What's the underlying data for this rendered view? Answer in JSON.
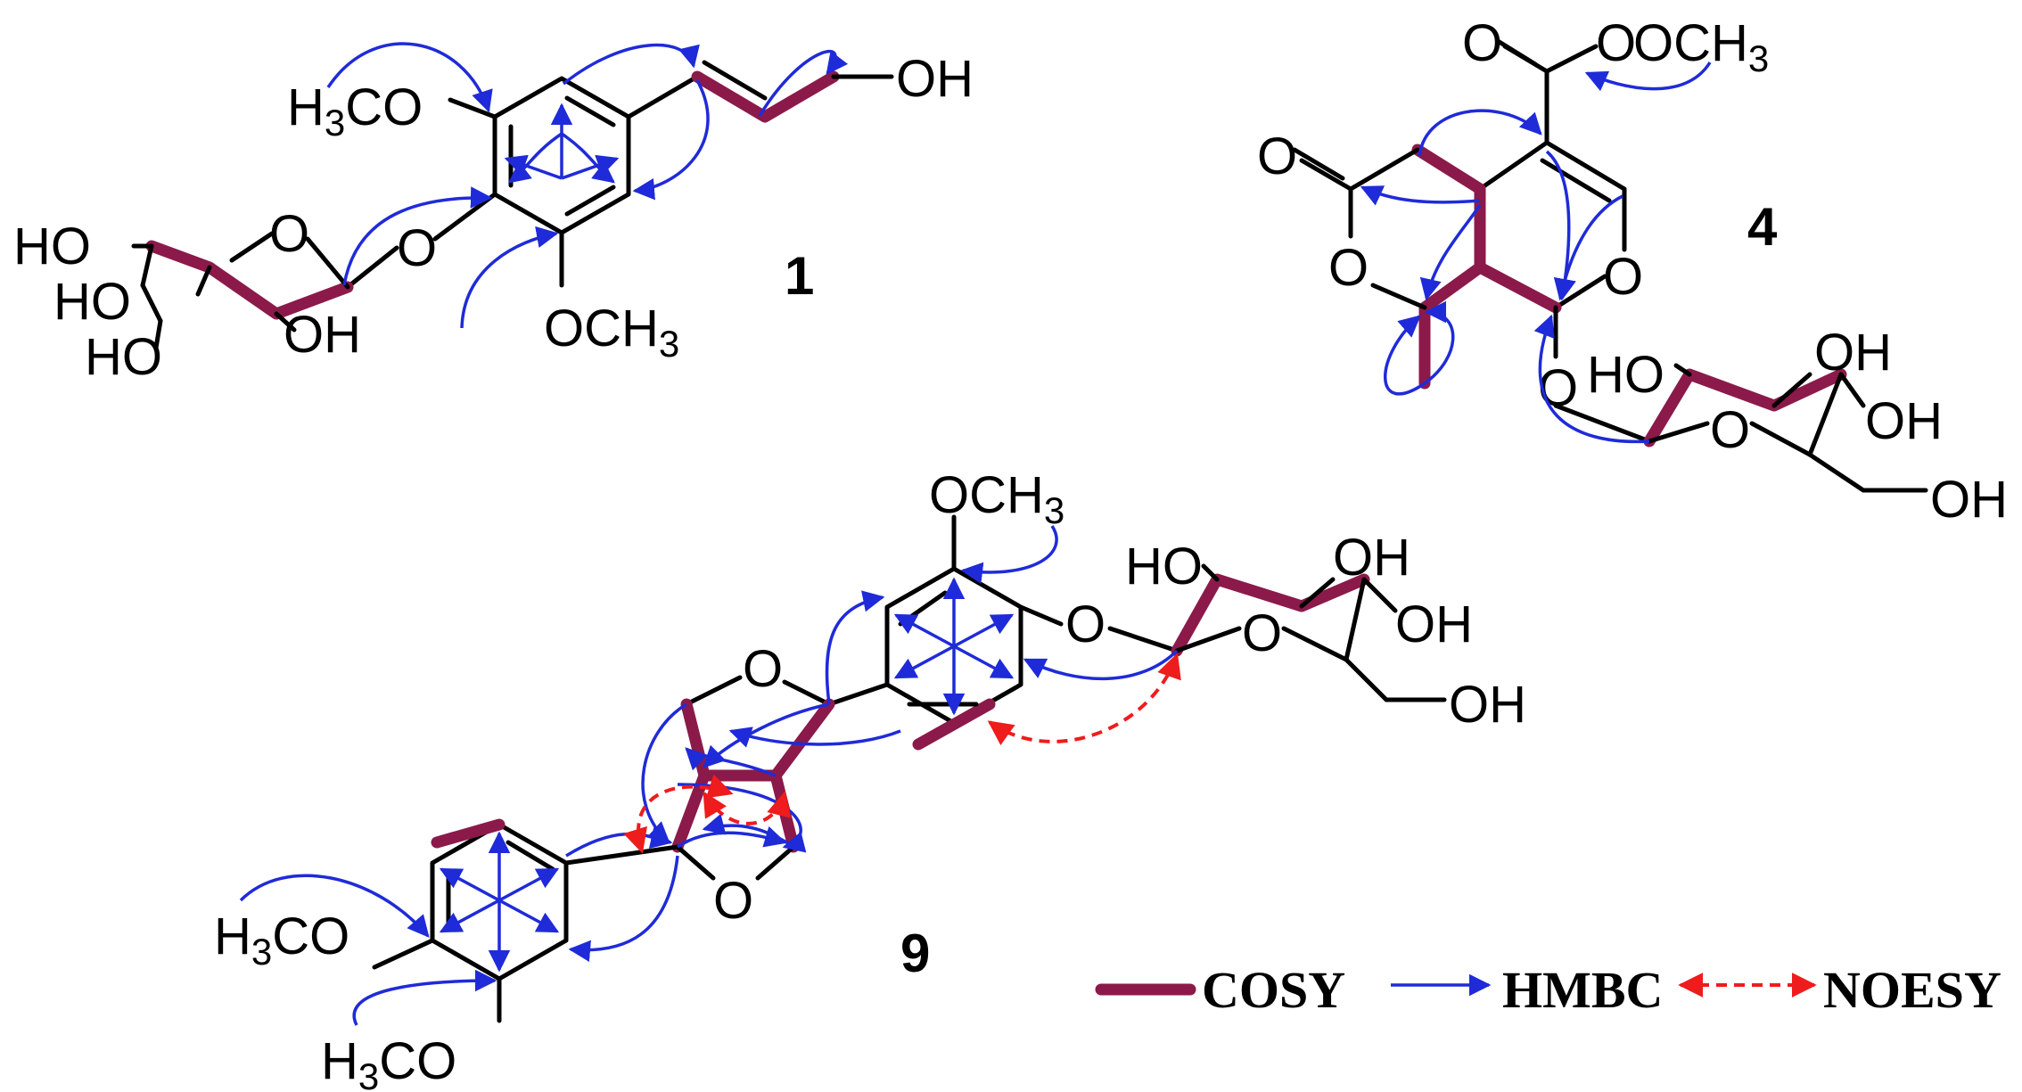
{
  "compounds": [
    {
      "label": "1"
    },
    {
      "label": "4"
    },
    {
      "label": "9"
    }
  ],
  "atoms": {
    "c1": {
      "h3co": "H",
      "h3co_sub": "3",
      "h3co_tail": "CO",
      "och3": "OCH",
      "och3_sub": "3",
      "oh_top": "OH",
      "o_link": "O",
      "o_ring": "O",
      "ho_1": "HO",
      "ho_2": "HO",
      "ho_3": "HO",
      "oh_4": "OH"
    },
    "c4": {
      "o_carbonyl": "O",
      "o_ester": "O",
      "och3": "OCH",
      "och3_sub": "3",
      "o_lactone_keto": "O",
      "o_lactone": "O",
      "o_pyran": "O",
      "o_glyco": "O",
      "ho_sugar": "HO",
      "oh_s1": "OH",
      "o_sugar_ring": "O",
      "oh_s2": "OH",
      "oh_s3": "OH"
    },
    "c9": {
      "och3": "OCH",
      "och3_sub": "3",
      "o_link": "O",
      "ho_sugar": "HO",
      "oh_s1": "OH",
      "o_sugar_ring": "O",
      "oh_s2": "OH",
      "oh_s3": "OH",
      "o_furan_top": "O",
      "o_furan_bot": "O",
      "h3co_1": "H",
      "h3co_1_sub": "3",
      "h3co_1_tail": "CO",
      "h3co_2": "H",
      "h3co_2_sub": "3",
      "h3co_2_tail": "CO"
    }
  },
  "legend": [
    {
      "label": "COSY",
      "color": "#8b1a4a"
    },
    {
      "label": "HMBC",
      "color": "#1f2bd8"
    },
    {
      "label": "NOESY",
      "color": "#ee1c1c"
    }
  ]
}
